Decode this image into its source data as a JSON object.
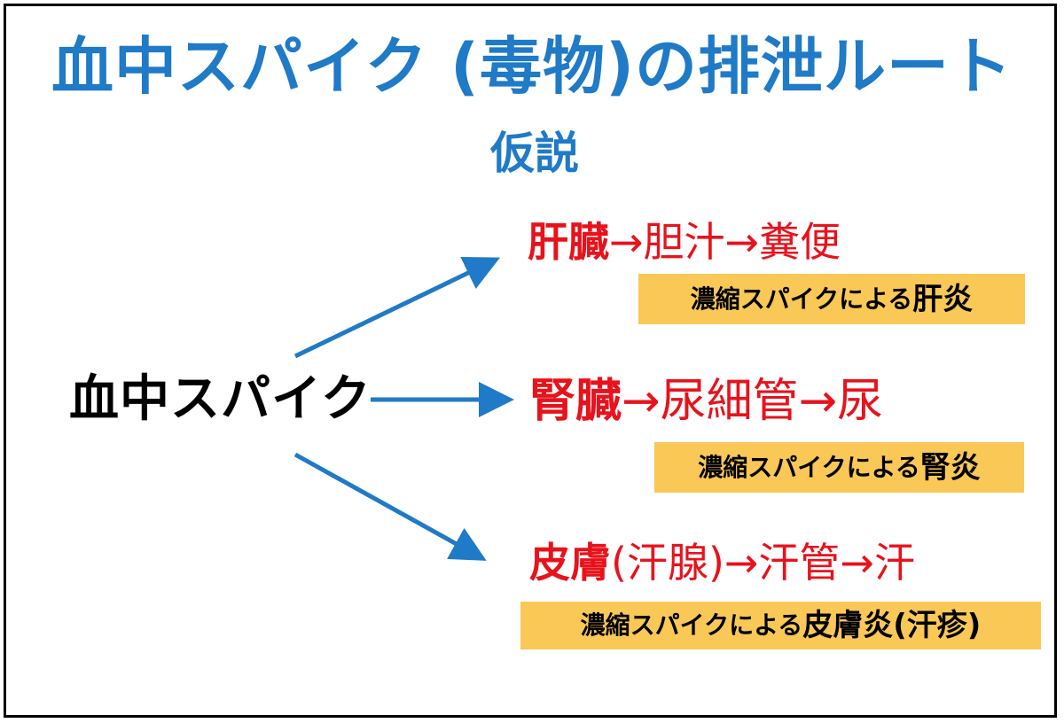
{
  "title": "血中スパイク (毒物)の排泄ルート",
  "subtitle": "仮説",
  "source": "血中スパイク",
  "routes": [
    {
      "organ": "肝臓",
      "path": "→胆汁→糞便",
      "note_prefix": "濃縮スパイクによる",
      "note_disease": "肝炎"
    },
    {
      "organ": "腎臓",
      "path": "→尿細管→尿",
      "note_prefix": "濃縮スパイクによる",
      "note_disease": "腎炎"
    },
    {
      "organ": "皮膚",
      "path": "(汗腺)→汗管→汗",
      "note_prefix": "濃縮スパイクによる",
      "note_disease": "皮膚炎(汗疹)"
    }
  ],
  "colors": {
    "title": "#1f7ac7",
    "arrow": "#1f7ac7",
    "route_text": "#e8121c",
    "note_background": "#f9c856",
    "border": "#000000"
  }
}
